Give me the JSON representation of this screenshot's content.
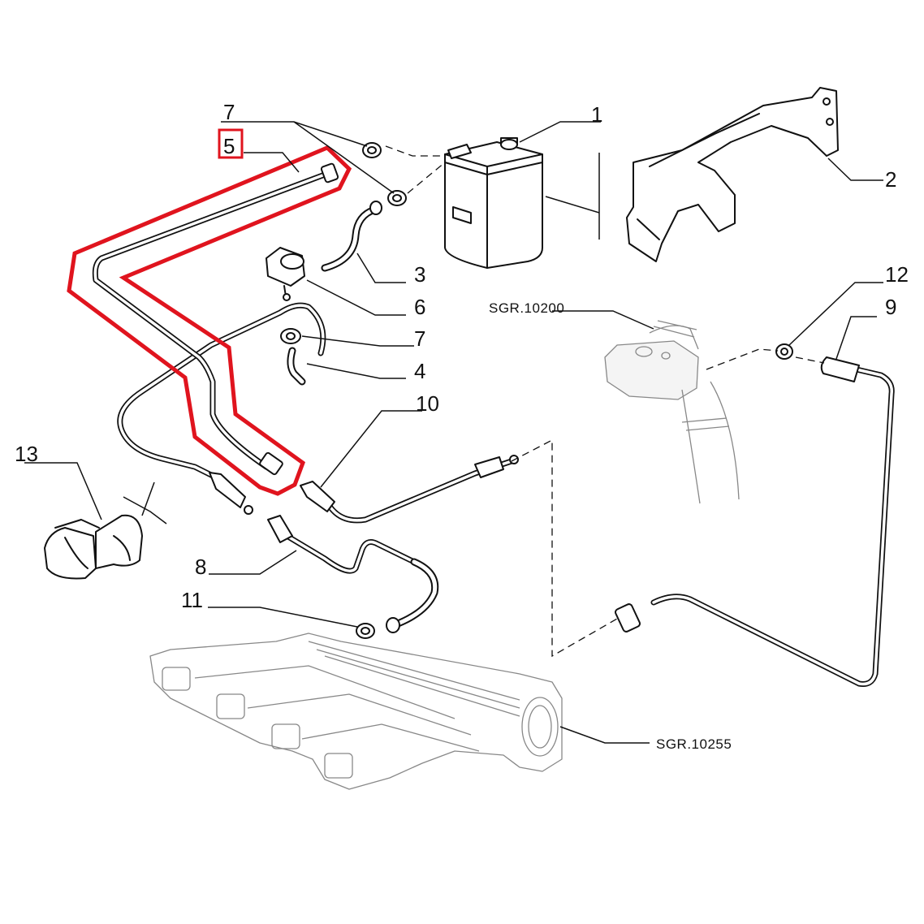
{
  "callouts": {
    "c1": "1",
    "c2": "2",
    "c3": "3",
    "c4": "4",
    "c5": "5",
    "c6": "6",
    "c7_top": "7",
    "c7_mid": "7",
    "c8": "8",
    "c9": "9",
    "c10": "10",
    "c11": "11",
    "c12": "12",
    "c13": "13"
  },
  "refs": {
    "air_intake": "SGR.10200",
    "intake_manifold": "SGR.10255"
  },
  "highlight": {
    "part_number": "5",
    "color": "#e0141e"
  }
}
